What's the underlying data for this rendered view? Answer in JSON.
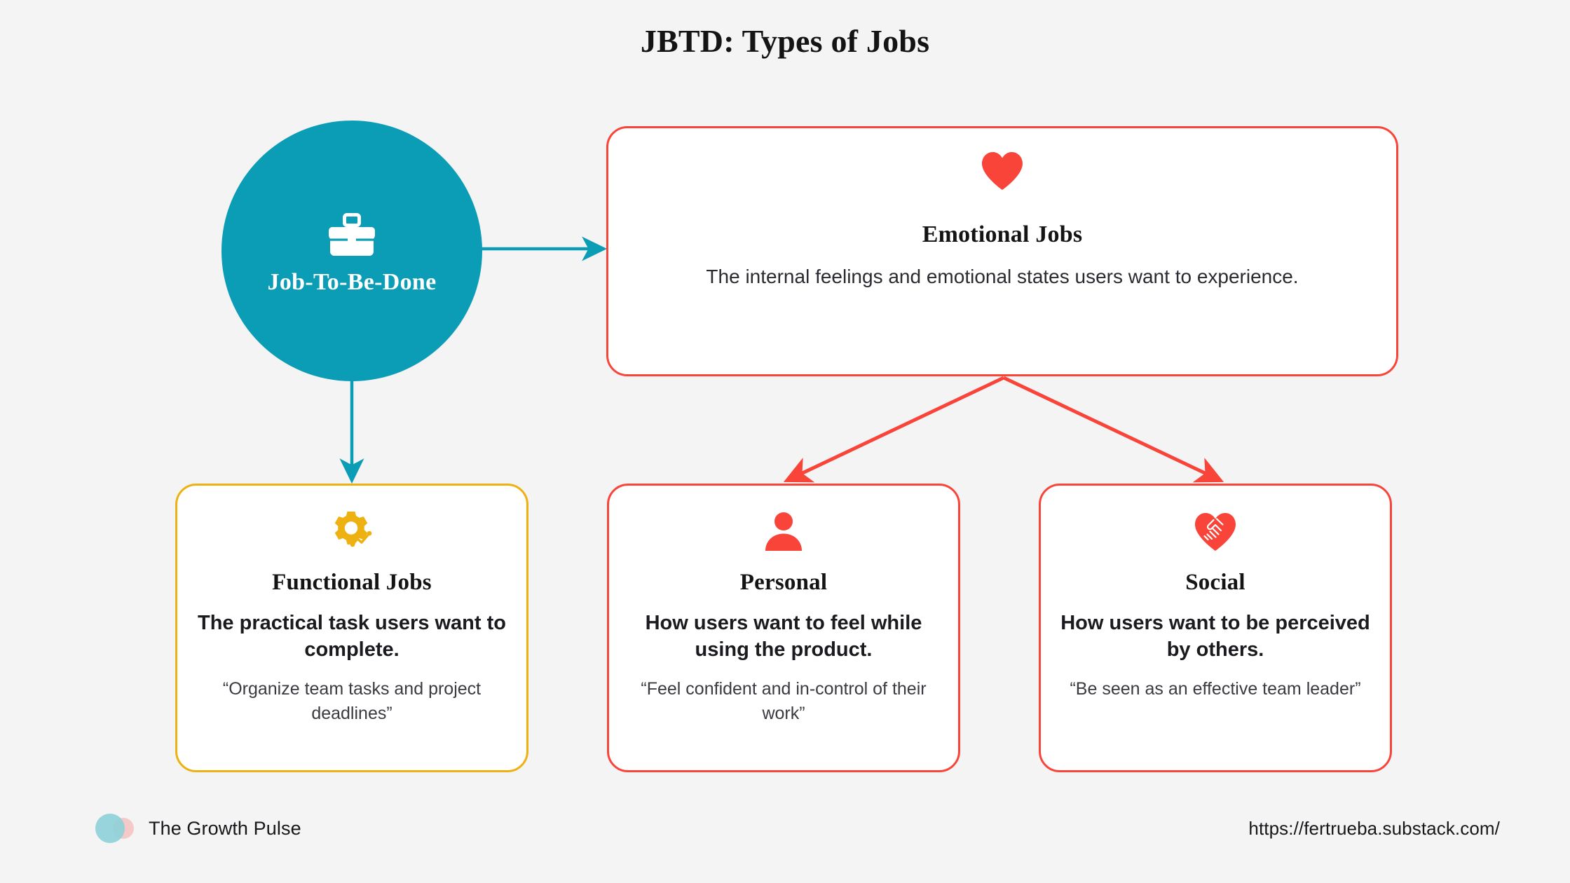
{
  "page": {
    "title": "JBTD: Types of Jobs",
    "background_color": "#f4f4f4"
  },
  "colors": {
    "teal": "#0b9cb6",
    "red": "#f9443a",
    "gold": "#edb111",
    "text": "#141414",
    "logo_teal": "#8ed0d8",
    "logo_pink": "#f6c9c9"
  },
  "root_node": {
    "label": "Job-To-Be-Done",
    "icon": "briefcase-icon",
    "shape": "circle",
    "fill": "#0b9cb6"
  },
  "cards": {
    "emotional": {
      "icon": "heart-icon",
      "title": "Emotional Jobs",
      "description": "The internal feelings and emotional states users want to experience.",
      "border_color": "#f9443a"
    },
    "functional": {
      "icon": "gear-chart-icon",
      "title": "Functional Jobs",
      "description": "The practical task users want to complete.",
      "quote": "“Organize team tasks and project deadlines”",
      "border_color": "#edb111"
    },
    "personal": {
      "icon": "person-icon",
      "title": "Personal",
      "description": "How users want to feel while using the product.",
      "quote": "“Feel confident and in-control of their work”",
      "border_color": "#f9443a"
    },
    "social": {
      "icon": "handshake-heart-icon",
      "title": "Social",
      "description": "How users want to be perceived by others.",
      "quote": "“Be seen as an effective team leader”",
      "border_color": "#f9443a"
    }
  },
  "connectors": [
    {
      "name": "root-to-emotional",
      "from": "root_node",
      "to": "emotional",
      "color": "#0b9cb6",
      "direction": "right"
    },
    {
      "name": "root-to-functional",
      "from": "root_node",
      "to": "functional",
      "color": "#0b9cb6",
      "direction": "down"
    },
    {
      "name": "emotional-to-personal",
      "from": "emotional",
      "to": "personal",
      "color": "#f9443a",
      "direction": "down-left"
    },
    {
      "name": "emotional-to-social",
      "from": "emotional",
      "to": "social",
      "color": "#f9443a",
      "direction": "down-right"
    }
  ],
  "footer": {
    "brand_name": "The Growth Pulse",
    "logo": "two-overlapping-circles-logo",
    "url": "https://fertrueba.substack.com/"
  }
}
